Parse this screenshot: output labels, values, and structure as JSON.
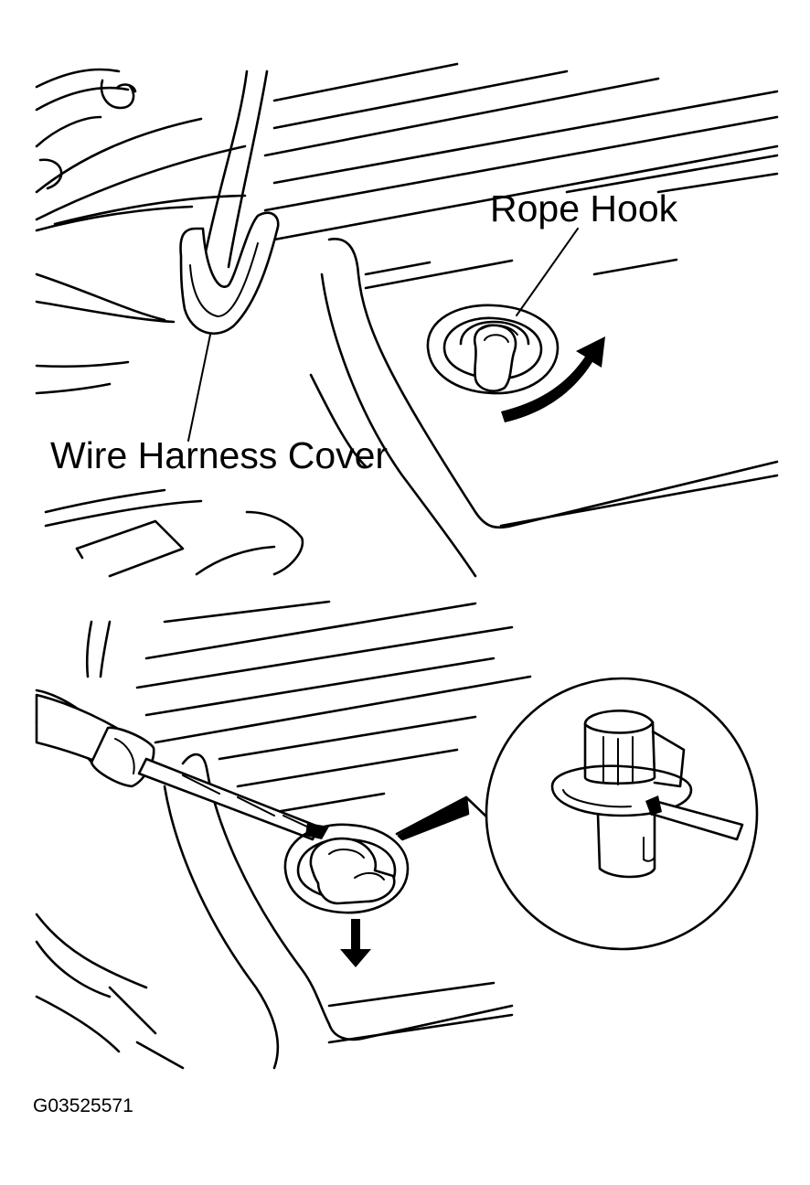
{
  "labels": {
    "rope_hook": "Rope Hook",
    "wire_harness_cover": "Wire Harness Cover",
    "figure_id": "G03525571"
  },
  "colors": {
    "ink": "#000000",
    "paper": "#ffffff"
  }
}
